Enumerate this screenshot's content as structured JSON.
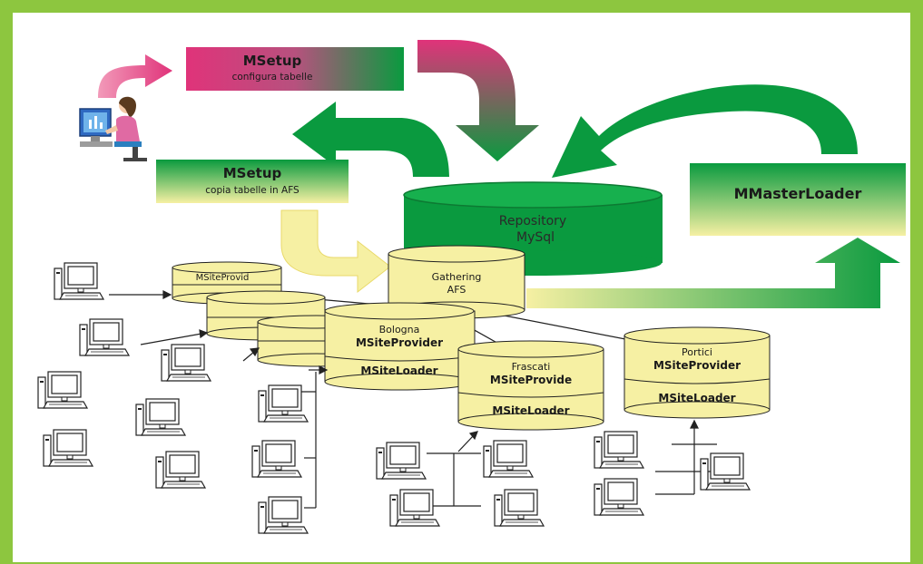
{
  "boxes": {
    "msetup_top": {
      "title": "MSetup",
      "subtitle": "configura tabelle"
    },
    "msetup_mid": {
      "title": "MSetup",
      "subtitle": "copia tabelle in AFS"
    },
    "mmaster": {
      "title": "MMasterLoader"
    }
  },
  "repository": {
    "line1": "Repository",
    "line2": "MySql"
  },
  "gathering": {
    "line1": "Gathering",
    "line2": "AFS"
  },
  "sites": {
    "msiteprovid": {
      "label": "MSiteProvid"
    },
    "bologna": {
      "name": "Bologna",
      "provider": "MSiteProvider",
      "loader": "MSiteLoader"
    },
    "frascati": {
      "name": "Frascati",
      "provider": "MSiteProvide",
      "loader": "MSiteLoader"
    },
    "portici": {
      "name": "Portici",
      "provider": "MSiteProvider",
      "loader": "MSiteLoader"
    }
  },
  "colors": {
    "frame": "#8dc63f",
    "green": "#0a9a3f",
    "green_dark": "#0d7a33",
    "pink": "#e0337a",
    "yellow": "#f6f0a3",
    "yellow_dark": "#e9d96a",
    "line": "#222222"
  },
  "icons": {
    "user": "user-at-computer-icon",
    "computer": "computer-terminal-icon"
  }
}
